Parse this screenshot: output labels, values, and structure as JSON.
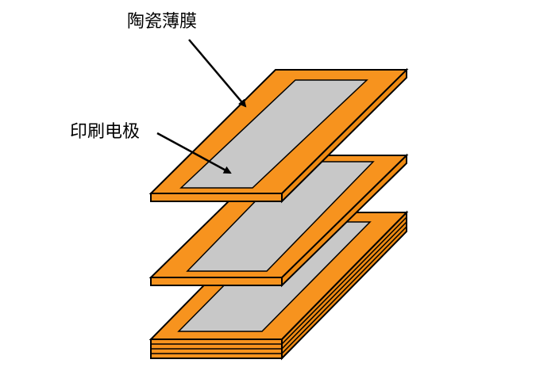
{
  "labels": {
    "ceramic_film": "陶瓷薄膜",
    "printed_electrode": "印刷电极"
  },
  "colors": {
    "ceramic": "#F7931E",
    "ceramic_side": "#EE8A12",
    "electrode": "#C8C8C8",
    "outline": "#000000",
    "background": "#FFFFFF"
  },
  "layers": [
    {
      "role": "top-sheet",
      "electrode": true
    },
    {
      "role": "middle-sheet",
      "electrode": true
    },
    {
      "role": "bottom-stack",
      "electrode": true,
      "stacked_sheets": 5
    }
  ]
}
